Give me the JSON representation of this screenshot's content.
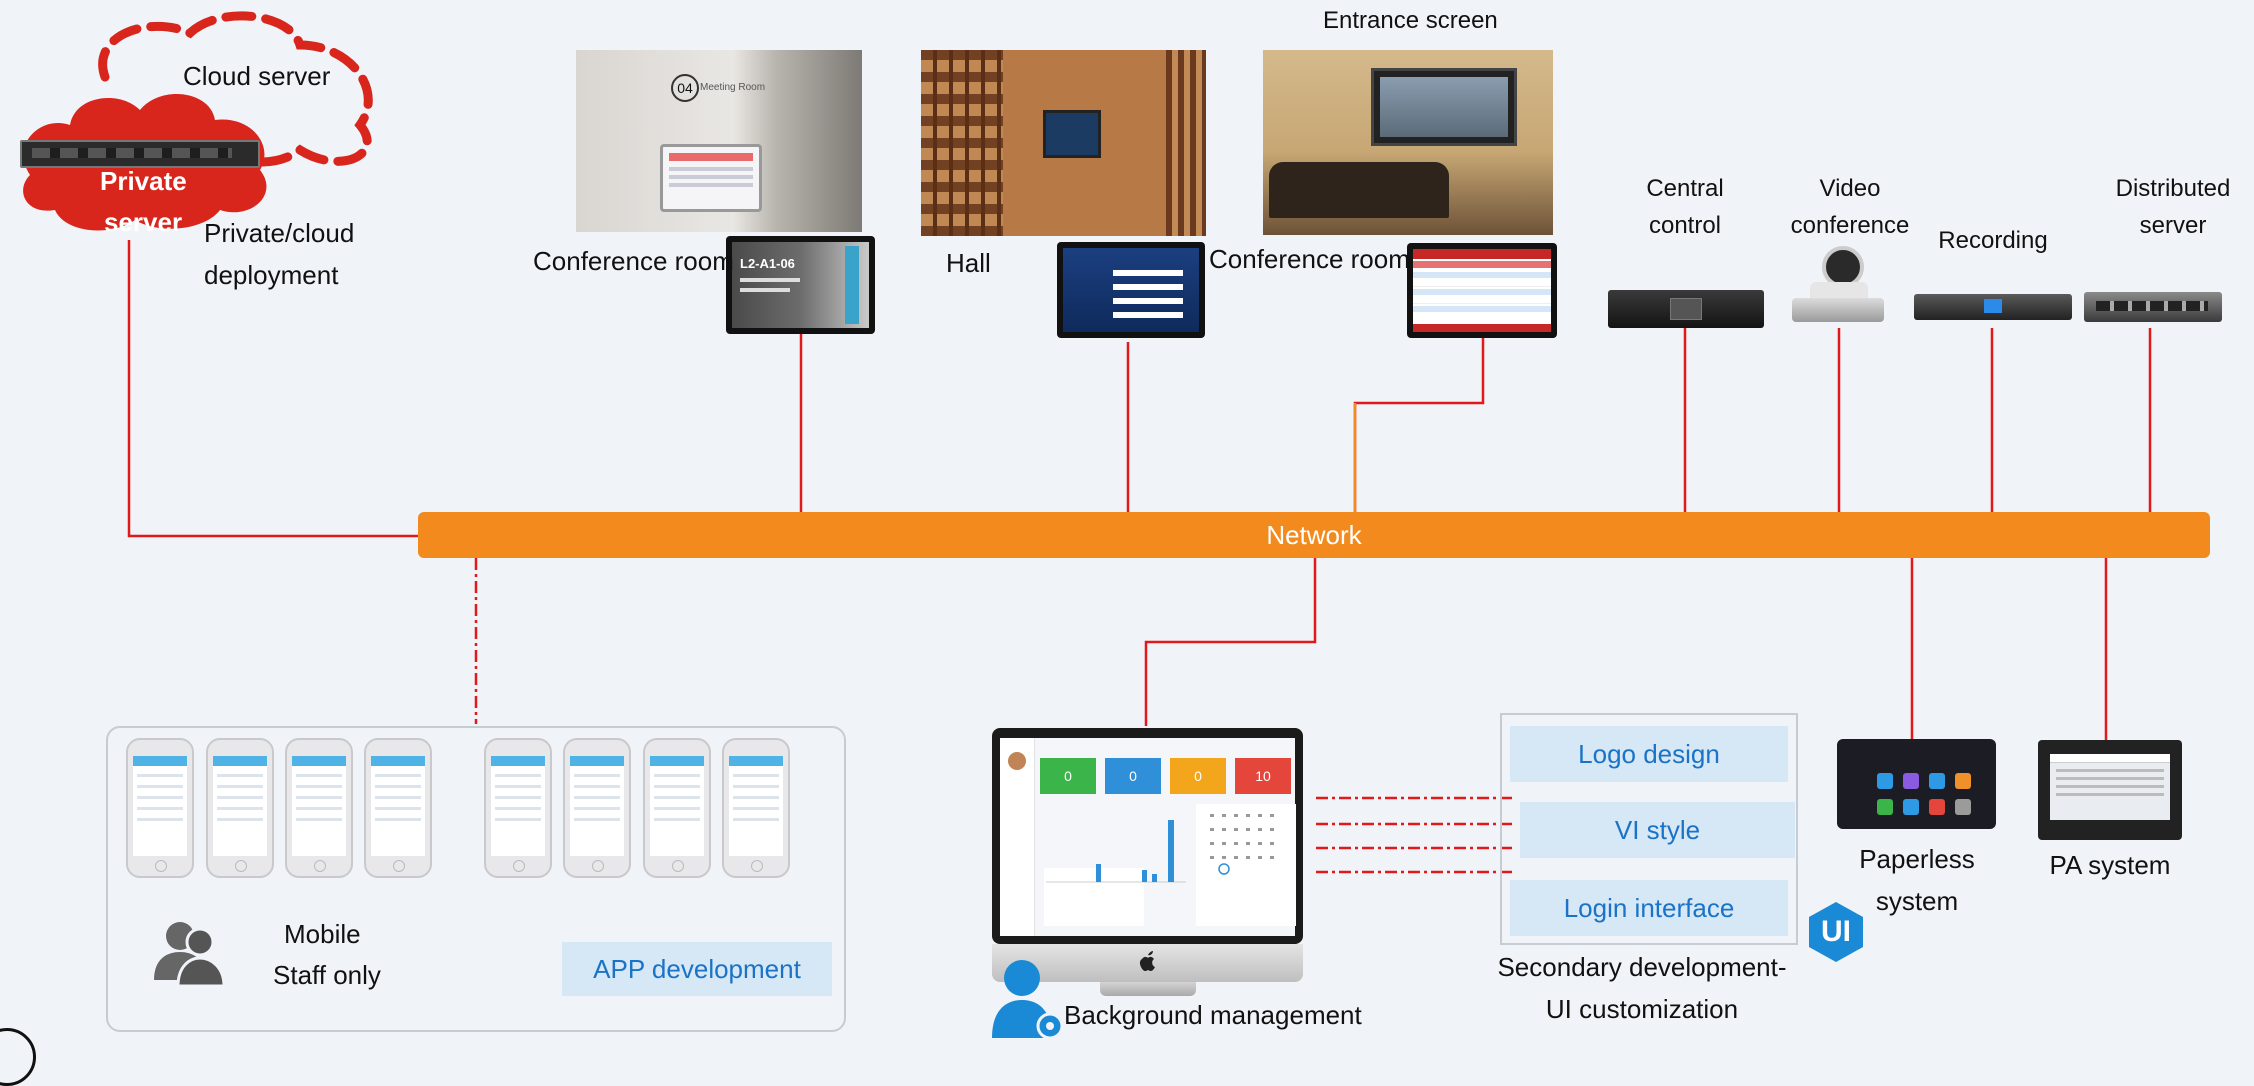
{
  "cloud": {
    "cloud_label": "Cloud server",
    "private_label_1": "Private",
    "private_label_2": "server",
    "deploy_label_1": "Private/cloud",
    "deploy_label_2": "deployment"
  },
  "rooms": {
    "conference_room_1": "Conference room",
    "hall": "Hall",
    "conference_room_2": "Conference room",
    "entrance_screen": "Entrance screen",
    "door_screen_text_1": "L2-A1-06",
    "door_screen_text_2": "04",
    "door_screen_text_3": "Meeting Room"
  },
  "devices": {
    "central_control_1": "Central",
    "central_control_2": "control",
    "video_conference_1": "Video",
    "video_conference_2": "conference",
    "recording": "Recording",
    "distributed_server_1": "Distributed",
    "distributed_server_2": "server"
  },
  "network": {
    "label": "Network"
  },
  "mobile": {
    "mobile_label": "Mobile",
    "staff_label": "Staff only",
    "app_development": "APP development"
  },
  "management": {
    "label": "Background management",
    "kpi_values": [
      "0",
      "0",
      "0",
      "10"
    ]
  },
  "secondary": {
    "logo_design": "Logo design",
    "vi_style": "VI style",
    "login_interface": "Login interface",
    "title_1": "Secondary development-",
    "title_2": "UI customization",
    "ui_badge": "UI"
  },
  "bottom_devices": {
    "paperless_1": "Paperless",
    "paperless_2": "system",
    "pa_system": "PA system"
  },
  "colors": {
    "network": "#f28a1e",
    "wire": "#e0191b",
    "cloud_red": "#d9261c",
    "accent_blue": "#1a73c6",
    "box_blue": "#d6e7f6"
  }
}
